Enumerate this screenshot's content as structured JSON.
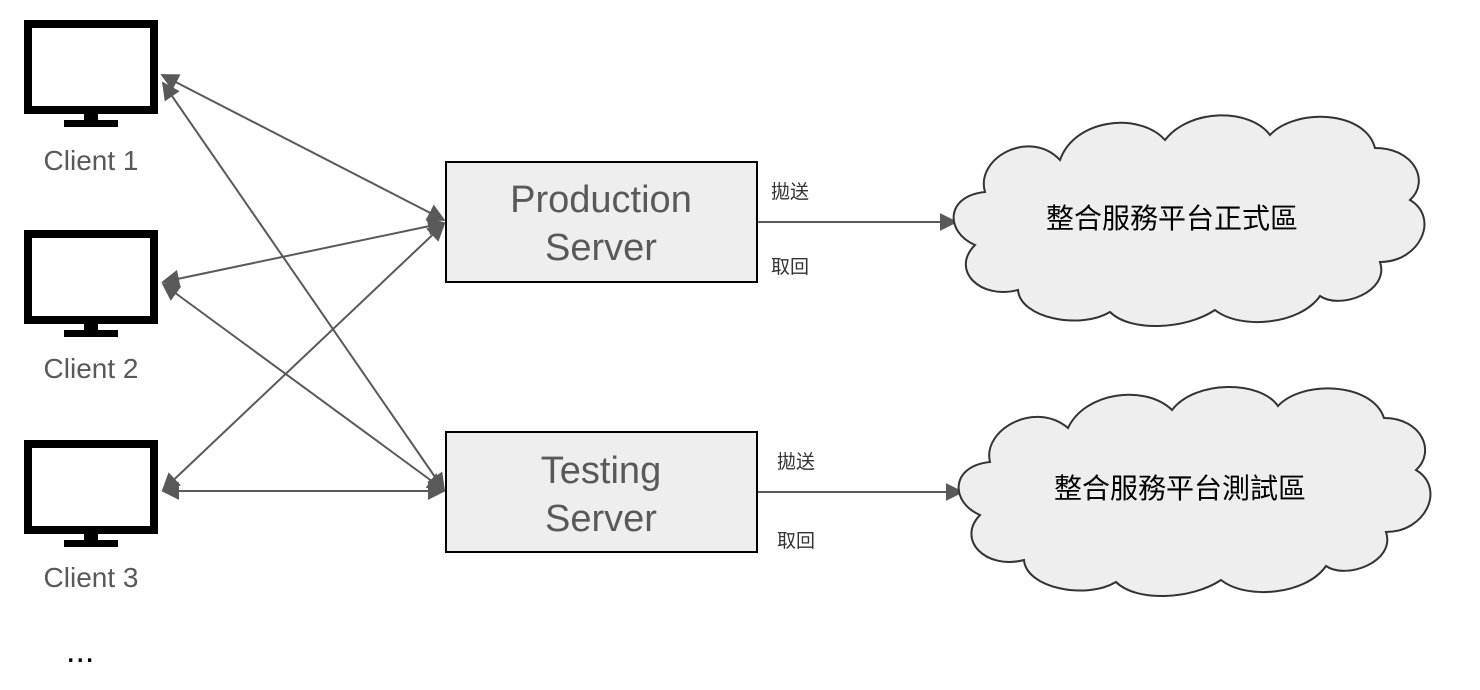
{
  "clients": [
    {
      "label": "Client 1"
    },
    {
      "label": "Client 2"
    },
    {
      "label": "Client 3"
    }
  ],
  "more_clients": "...",
  "servers": {
    "production": {
      "line1": "Production",
      "line2": "Server"
    },
    "testing": {
      "line1": "Testing",
      "line2": "Server"
    }
  },
  "edge_labels": {
    "production_send": "拋送",
    "production_retrieve": "取回",
    "testing_send": "拋送",
    "testing_retrieve": "取回"
  },
  "clouds": {
    "production": "整合服務平台正式區",
    "testing": "整合服務平台測試區"
  },
  "colors": {
    "box_fill": "#eeeeee",
    "line": "#595959",
    "label_gray": "#595959"
  }
}
